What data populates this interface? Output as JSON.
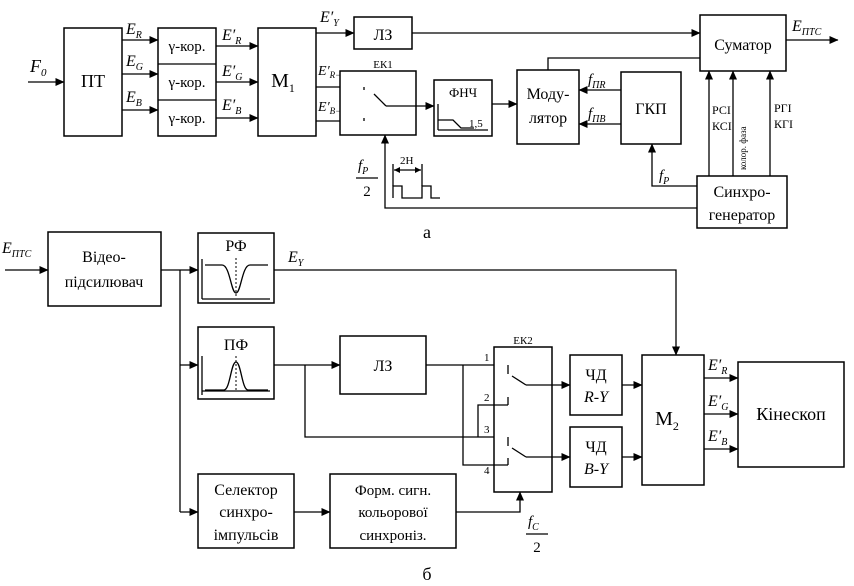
{
  "diagram_a": {
    "caption": "а",
    "input": {
      "main": "F",
      "sub": "0"
    },
    "pt": "ПТ",
    "er": {
      "main": "E",
      "sub": "R"
    },
    "eg": {
      "main": "E",
      "sub": "G"
    },
    "eb": {
      "main": "E",
      "sub": "B"
    },
    "gamma": [
      "γ-кор.",
      "γ-кор.",
      "γ-кор."
    ],
    "erp": {
      "main": "E",
      "prime": "′",
      "sub": "R"
    },
    "egp": {
      "main": "E",
      "prime": "′",
      "sub": "G"
    },
    "ebp": {
      "main": "E",
      "prime": "′",
      "sub": "B"
    },
    "m1": {
      "main": "M",
      "sub": "1"
    },
    "ey": {
      "main": "E",
      "prime": "′",
      "sub": "Y"
    },
    "ery": {
      "main": "E",
      "prime": "′",
      "sub": "R−Y"
    },
    "eby": {
      "main": "E",
      "prime": "′",
      "sub": "B−Y"
    },
    "lz": "ЛЗ",
    "ek1": "ЕК1",
    "fnch": "ФНЧ",
    "fnch_val": "1,5",
    "modulator": [
      "Моду-",
      "лятор"
    ],
    "fpr": {
      "main": "f",
      "sub": "ПR"
    },
    "fpb": {
      "main": "f",
      "sub": "ПB"
    },
    "gkp": "ГКП",
    "sumator": "Суматор",
    "output": {
      "main": "E",
      "sub": "ПТС"
    },
    "rsi": "РСІ",
    "ksi": "КСІ",
    "kolor": "колор. фаза",
    "rgi": "РГІ",
    "kgi": "КГІ",
    "fp_left": {
      "main": "f",
      "sub": "P",
      "den": "2"
    },
    "fp_right": {
      "main": "f",
      "sub": "P"
    },
    "pulse_label": "2H",
    "sync": [
      "Синхро-",
      "генератор"
    ]
  },
  "diagram_b": {
    "caption": "б",
    "input": {
      "main": "E",
      "sub": "ПТС"
    },
    "video": [
      "Відео-",
      "підсилювач"
    ],
    "rf": "РФ",
    "ey": {
      "main": "E",
      "sub": "Y"
    },
    "pf": "ПФ",
    "lz": "ЛЗ",
    "ek2": "ЕК2",
    "ek2_nums": [
      "1",
      "2",
      "3",
      "4"
    ],
    "chd_ry": {
      "top": "ЧД",
      "bottom": "R-Y"
    },
    "chd_by": {
      "top": "ЧД",
      "bottom": "B-Y"
    },
    "m2": {
      "main": "M",
      "sub": "2"
    },
    "erp": {
      "main": "E",
      "prime": "′",
      "sub": "R"
    },
    "egp": {
      "main": "E",
      "prime": "′",
      "sub": "G"
    },
    "ebp": {
      "main": "E",
      "prime": "′",
      "sub": "B"
    },
    "kineskop": "Кінескоп",
    "selector": [
      "Селектор",
      "синхро-",
      "імпульсів"
    ],
    "form": [
      "Форм. сигн.",
      "кольорової",
      "синхроніз."
    ],
    "fc": {
      "main": "f",
      "sub": "C",
      "den": "2"
    }
  }
}
